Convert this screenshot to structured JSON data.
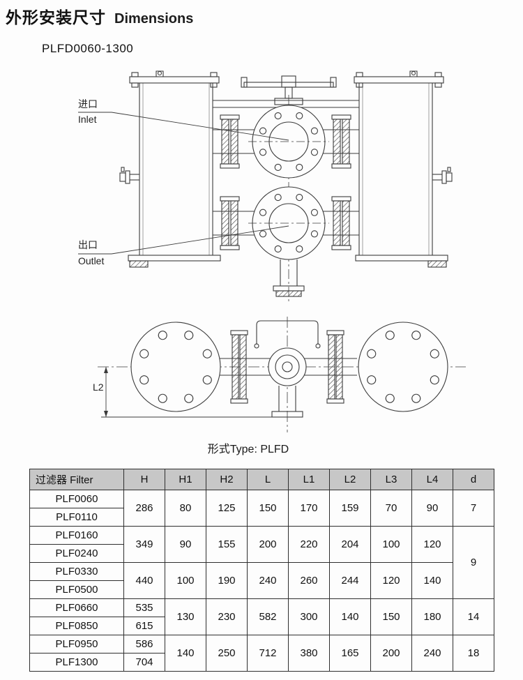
{
  "page": {
    "title_zh": "外形安装尺寸",
    "title_en": "Dimensions",
    "model_range": "PLFD0060-1300",
    "type_caption": "形式Type: PLFD"
  },
  "labels": {
    "inlet_zh": "进口",
    "inlet_en": "Inlet",
    "outlet_zh": "出口",
    "outlet_en": "Outlet",
    "l2": "L2"
  },
  "table": {
    "headers": [
      "过滤器 Filter",
      "H",
      "H1",
      "H2",
      "L",
      "L1",
      "L2",
      "L3",
      "L4",
      "d"
    ],
    "models": [
      "PLF0060",
      "PLF0110",
      "PLF0160",
      "PLF0240",
      "PLF0330",
      "PLF0500",
      "PLF0660",
      "PLF0850",
      "PLF0950",
      "PLF1300"
    ],
    "h": [
      "286",
      "349",
      "440",
      "535",
      "615",
      "586",
      "704"
    ],
    "groups": [
      {
        "h1": "80",
        "h2": "125",
        "l": "150",
        "l1": "170",
        "l2": "159",
        "l3": "70",
        "l4": "90"
      },
      {
        "h1": "90",
        "h2": "155",
        "l": "200",
        "l1": "220",
        "l2": "204",
        "l3": "100",
        "l4": "120"
      },
      {
        "h1": "100",
        "h2": "190",
        "l": "240",
        "l1": "260",
        "l2": "244",
        "l3": "120",
        "l4": "140"
      },
      {
        "h1": "130",
        "h2": "230",
        "l": "582",
        "l1": "300",
        "l2": "140",
        "l3": "150",
        "l4": "180"
      },
      {
        "h1": "140",
        "h2": "250",
        "l": "712",
        "l1": "380",
        "l2": "165",
        "l3": "200",
        "l4": "240"
      }
    ],
    "d": [
      "7",
      "9",
      "14",
      "18"
    ]
  }
}
